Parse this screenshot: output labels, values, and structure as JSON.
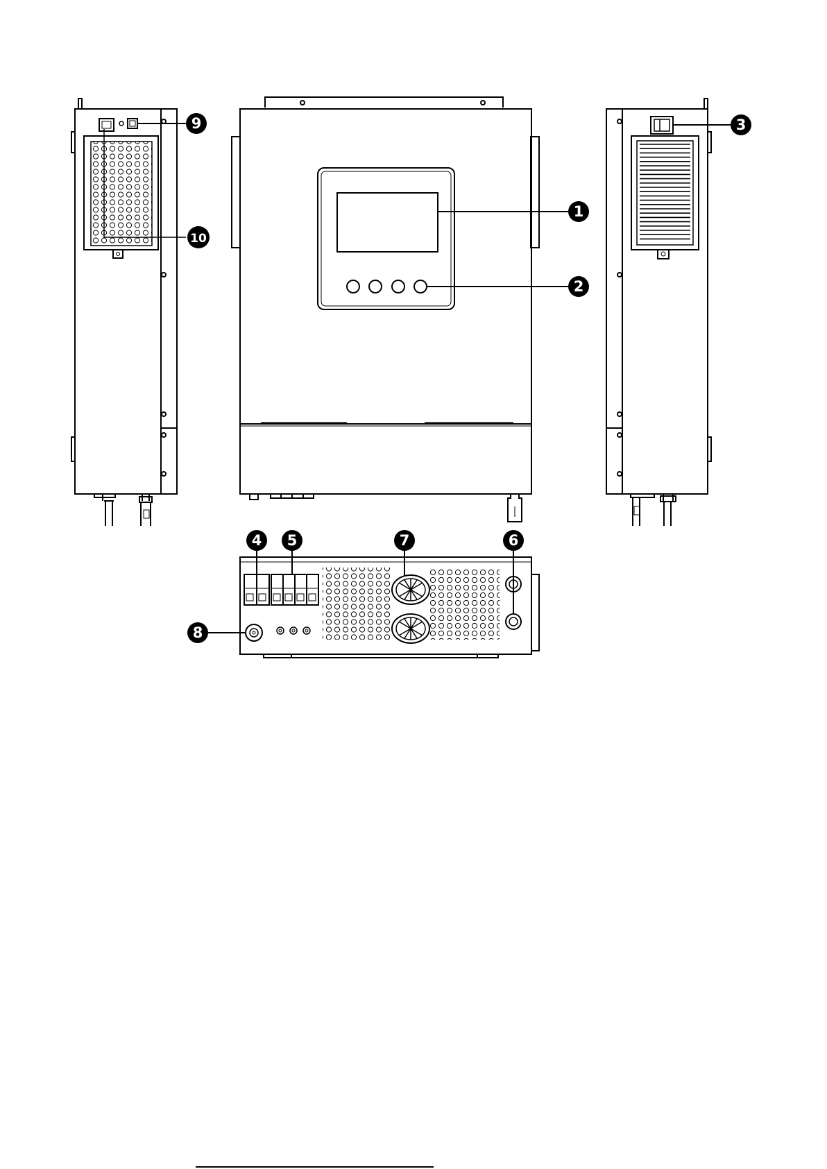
{
  "callouts": [
    {
      "id": "1",
      "label": "1"
    },
    {
      "id": "2",
      "label": "2"
    },
    {
      "id": "3",
      "label": "3"
    },
    {
      "id": "4",
      "label": "4"
    },
    {
      "id": "5",
      "label": "5"
    },
    {
      "id": "6",
      "label": "6"
    },
    {
      "id": "7",
      "label": "7"
    },
    {
      "id": "8",
      "label": "8"
    },
    {
      "id": "9",
      "label": "9"
    },
    {
      "id": "10",
      "label": "10"
    }
  ],
  "colors": {
    "line": "#000000",
    "background": "#ffffff",
    "callout_fill": "#000000",
    "callout_text": "#ffffff"
  },
  "icons": [
    "lcd-screen-icon",
    "function-button-icon",
    "power-switch-icon",
    "circuit-breaker-icon",
    "terminal-block-icon",
    "cable-gland-icon",
    "cooling-fan-icon",
    "rotary-knob-icon",
    "communication-port-icon",
    "vent-grille-icon"
  ]
}
